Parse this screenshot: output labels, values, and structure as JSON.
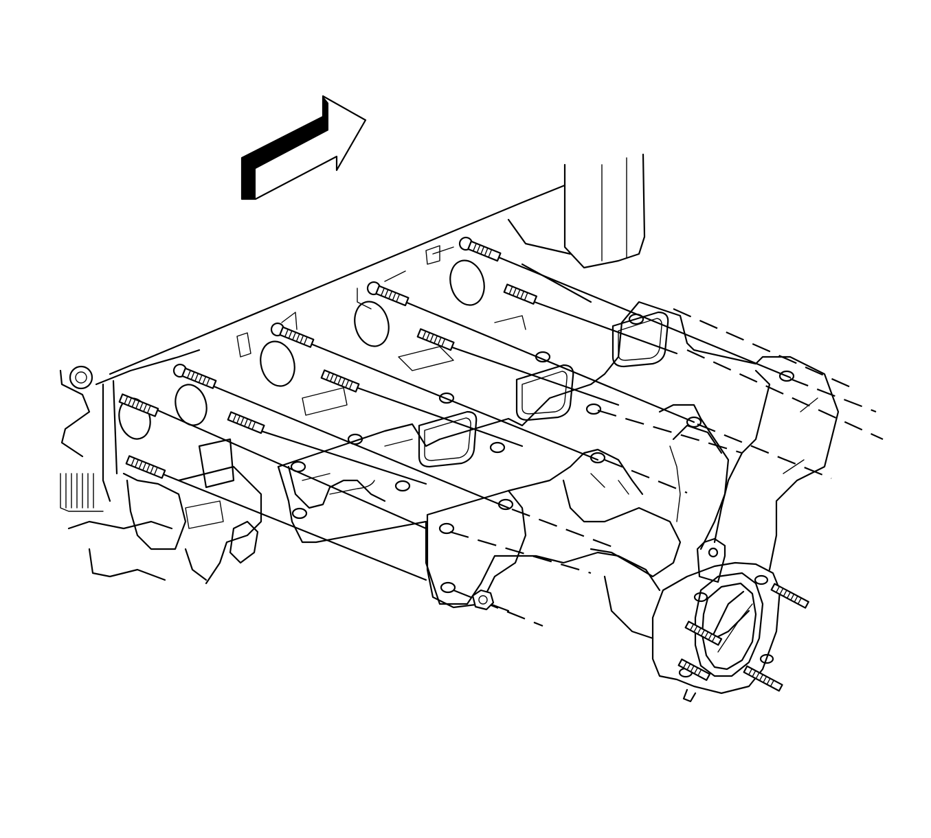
{
  "diagram": {
    "kind": "exploded-view line drawing",
    "subject_icons": [
      "direction-arrow-icon",
      "cylinder-head-icon",
      "exhaust-manifold-icon",
      "manifold-gasket-icon",
      "manifold-stud-icon",
      "manifold-nut-icon",
      "turbo-flange-icon"
    ],
    "colors": {
      "line": "#000000",
      "background": "#ffffff"
    },
    "counts": {
      "gaskets": 3,
      "studs": 9,
      "nuts": 1,
      "flange_studs": 4
    }
  }
}
